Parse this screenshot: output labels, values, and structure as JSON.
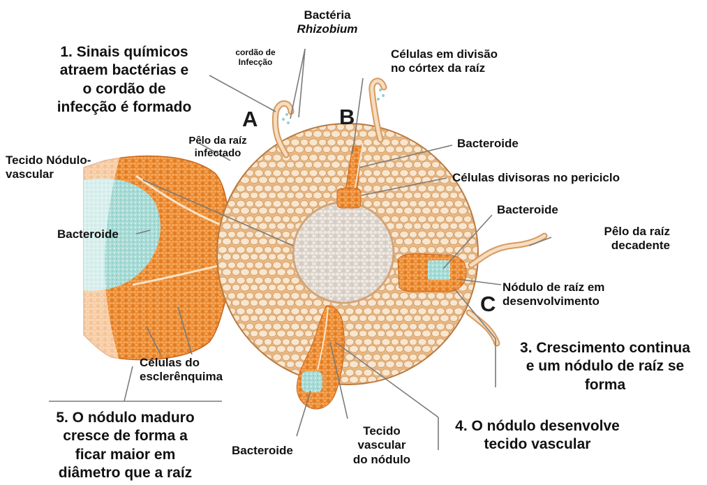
{
  "labels": {
    "bacteria_title": "Bactéria",
    "bacteria_species": "Rhizobium",
    "cordao": [
      "cordão de",
      "Infecção"
    ],
    "step1": [
      "1. Sinais químicos",
      "atraem bactérias e",
      "o  cordão de",
      "infecção é formado"
    ],
    "divisao": [
      "Células em divisão",
      "no córtex da raíz"
    ],
    "pelo_infectado": [
      "Pêlo da raíz",
      "infectado"
    ],
    "tecido_nodulo": [
      "Tecido Nódulo-",
      "vascular"
    ],
    "bacteroide_b": "Bacteroide",
    "divisoras": "Células divisoras no periciclo",
    "bacteroide_c": "Bacteroide",
    "pelo_decadente": [
      "Pêlo da raíz",
      "decadente"
    ],
    "bacteroide_left": "Bacteroide",
    "nodulo_raiz": [
      "Nódulo de raíz em",
      "desenvolvimento"
    ],
    "step3": [
      "3. Crescimento continua",
      "e um nódulo de raíz se",
      "forma"
    ],
    "esclerenquima": [
      "Células do",
      "esclerênquima"
    ],
    "step5": [
      "5. O nódulo maduro",
      "cresce de forma a",
      "ficar maior em",
      "diâmetro que a raíz"
    ],
    "step4": [
      "4. O nódulo desenvolve",
      "tecido vascular"
    ],
    "bacteroide_bottom": "Bacteroide",
    "tecido_vascular": [
      "Tecido",
      "vascular",
      "do nódulo"
    ]
  },
  "stage_letters": {
    "a": "A",
    "b": "B",
    "c": "C"
  },
  "colors": {
    "cortex": "#e8b884",
    "cell": "#f9e6cf",
    "cell_edge": "#c98a4e",
    "orange": "#ee8c2e",
    "orange_dark": "#c9651c",
    "stele": "#e2dad3",
    "cyan": "#a8dcd8",
    "line": "#7a7a7a"
  }
}
